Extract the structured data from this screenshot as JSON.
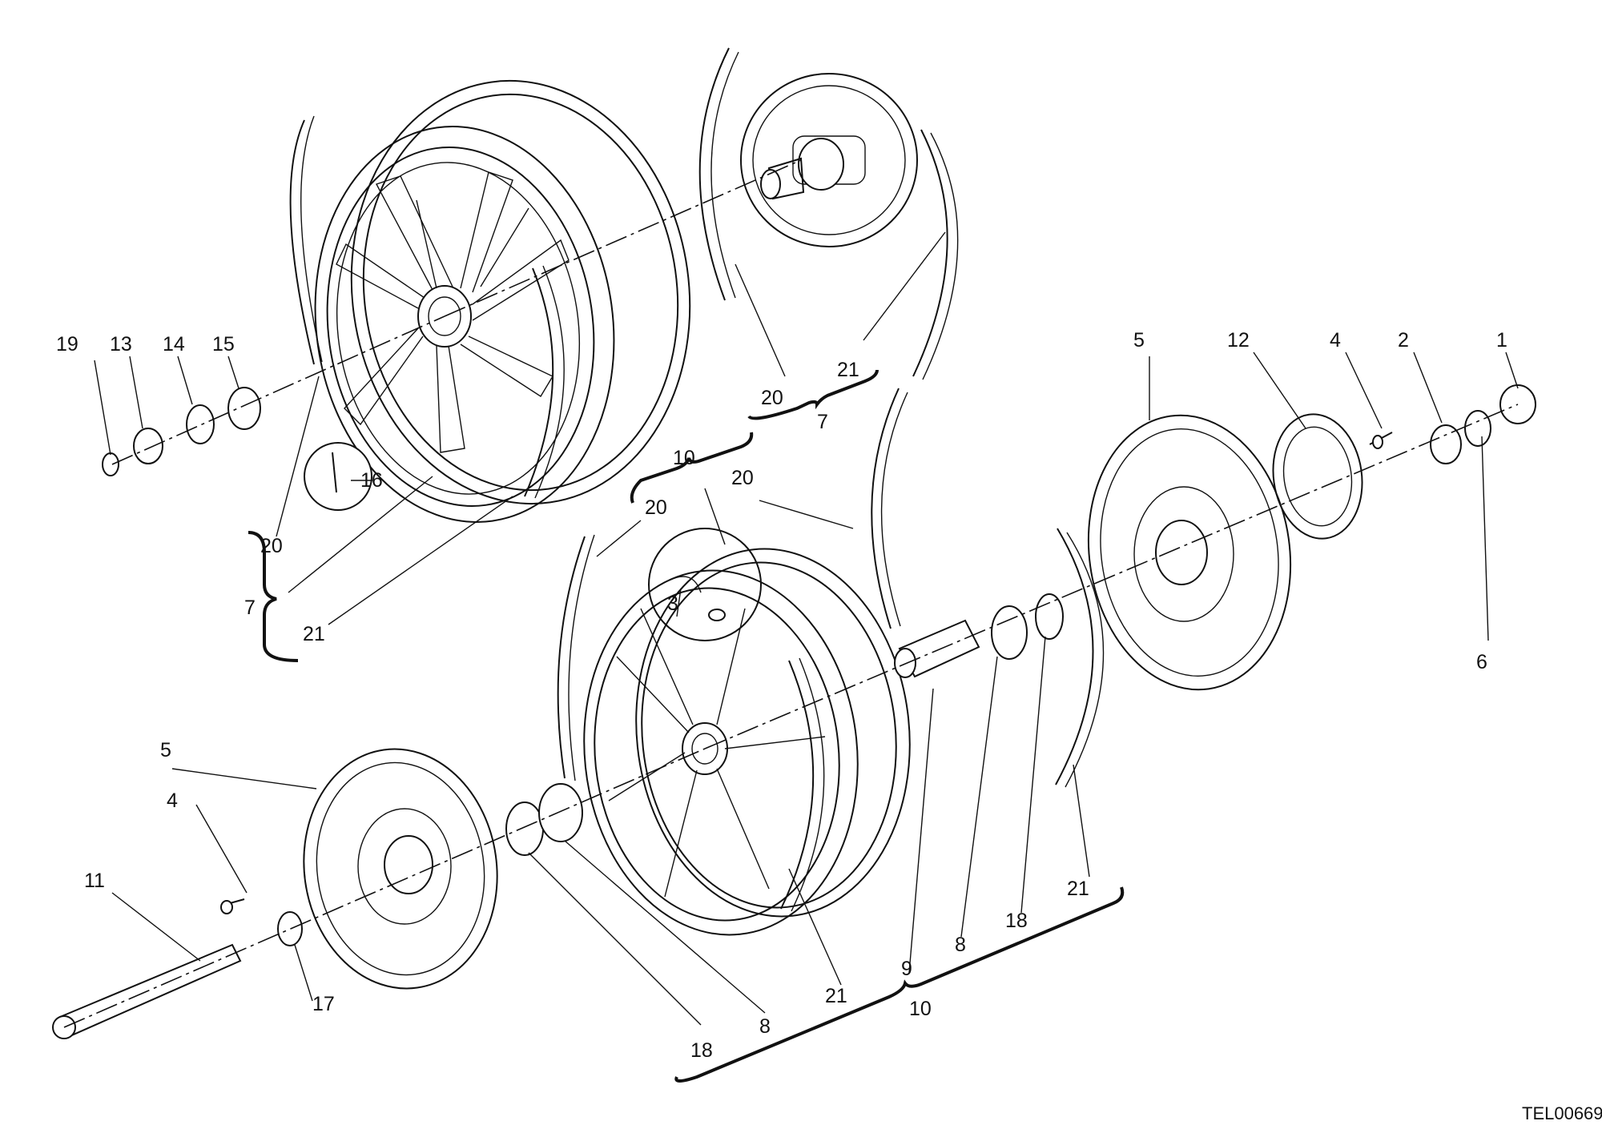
{
  "diagram": {
    "code": "TEL00669",
    "labels": {
      "n1": "1",
      "n2": "2",
      "n3": "3",
      "n4a": "4",
      "n4b": "4",
      "n5a": "5",
      "n5b": "5",
      "n6": "6",
      "n7a": "7",
      "n7b": "7",
      "n8a": "8",
      "n8b": "8",
      "n9": "9",
      "n10a": "10",
      "n10b": "10",
      "n11": "11",
      "n12": "12",
      "n13": "13",
      "n14": "14",
      "n15": "15",
      "n16": "16",
      "n17": "17",
      "n18a": "18",
      "n18b": "18",
      "n19": "19",
      "n20a": "20",
      "n20b": "20",
      "n20c": "20",
      "n20d": "20",
      "n21a": "21",
      "n21b": "21",
      "n21c": "21",
      "n21d": "21"
    }
  }
}
